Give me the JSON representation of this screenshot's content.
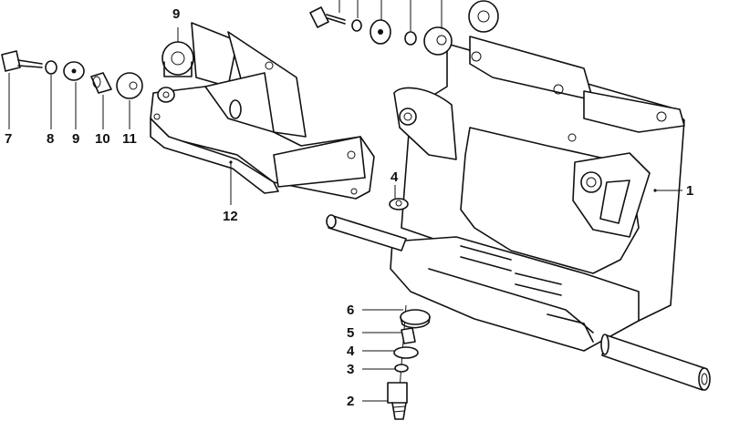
{
  "diagram": {
    "colors": {
      "line": "#111111",
      "background": "#ffffff"
    },
    "labels": [
      "1",
      "2",
      "3",
      "4",
      "4",
      "5",
      "6",
      "7",
      "8",
      "9",
      "9",
      "10",
      "11",
      "12"
    ]
  }
}
